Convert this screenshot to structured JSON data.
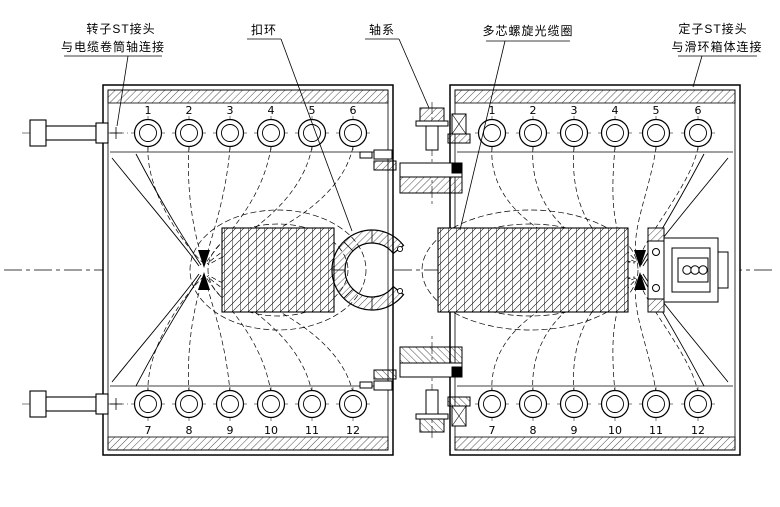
{
  "drawing": {
    "labels": {
      "rotor": {
        "line1": "转子ST接头",
        "line2": "与电缆卷筒轴连接"
      },
      "retaining_ring": "扣环",
      "shaft": "轴系",
      "cable_coil": "多芯螺旋光缆圈",
      "stator": {
        "line1": "定子ST接头",
        "line2": "与滑环箱体连接"
      }
    },
    "ports": {
      "left_top": [
        "1",
        "2",
        "3",
        "4",
        "5",
        "6"
      ],
      "left_bottom": [
        "7",
        "8",
        "9",
        "10",
        "11",
        "12"
      ],
      "right_top": [
        "1",
        "2",
        "3",
        "4",
        "5",
        "6"
      ],
      "right_bottom": [
        "7",
        "8",
        "9",
        "10",
        "11",
        "12"
      ]
    },
    "colors": {
      "line": "#000000",
      "background": "#ffffff"
    }
  }
}
